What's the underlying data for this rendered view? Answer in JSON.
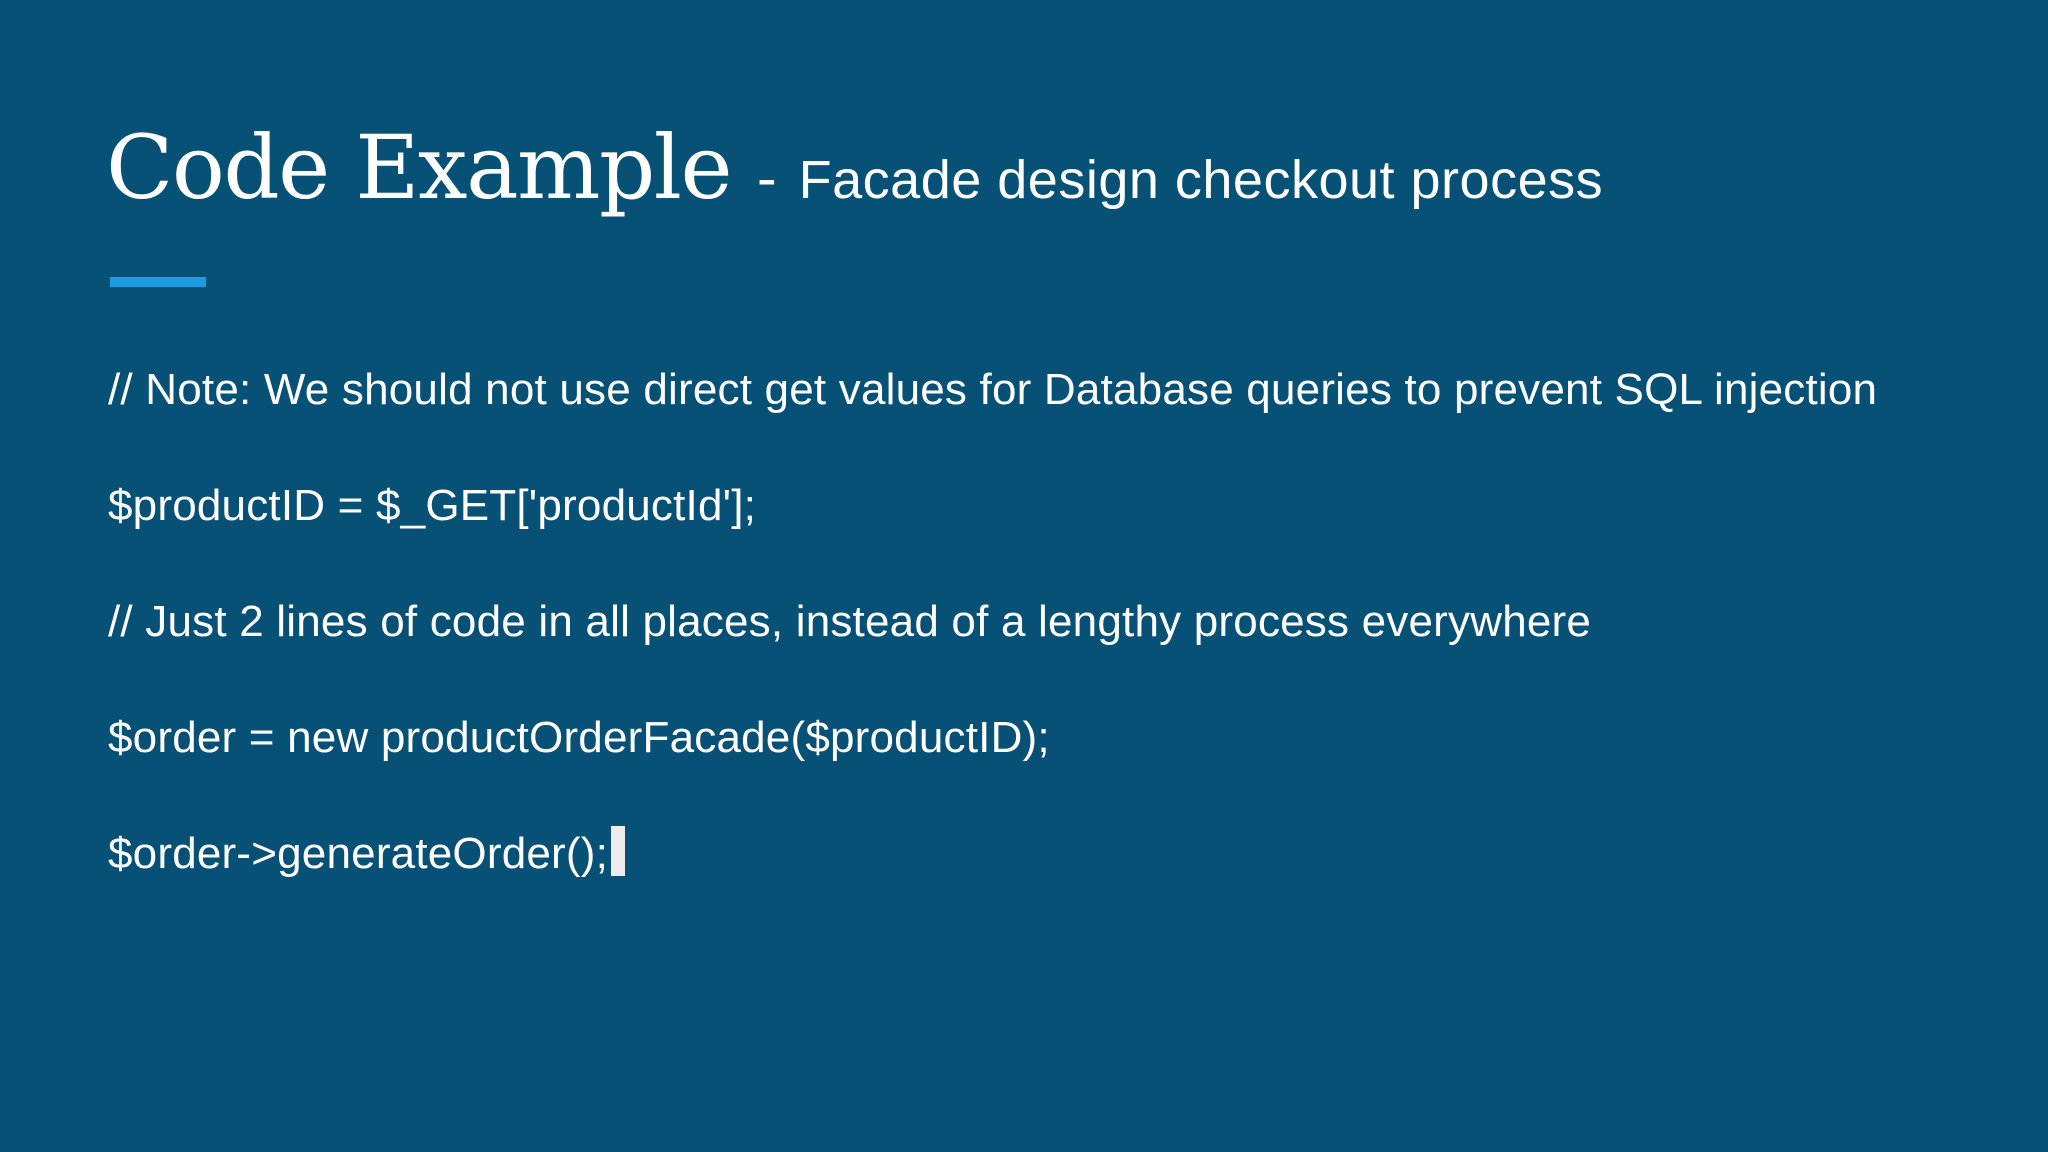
{
  "slide": {
    "title": "Code Example",
    "title_separator": "-",
    "subtitle": "Facade design checkout process",
    "code_lines": [
      "// Note: We should not use direct get values for Database queries to prevent SQL injection",
      "$productID = $_GET['productId'];",
      "// Just 2 lines of code in all places, instead of a lengthy process everywhere",
      "$order = new productOrderFacade($productID);",
      "$order->generateOrder();"
    ],
    "colors": {
      "background": "#075177",
      "text": "#ffffff",
      "accent": "#1e9be3",
      "cursor": "#edecea"
    }
  }
}
